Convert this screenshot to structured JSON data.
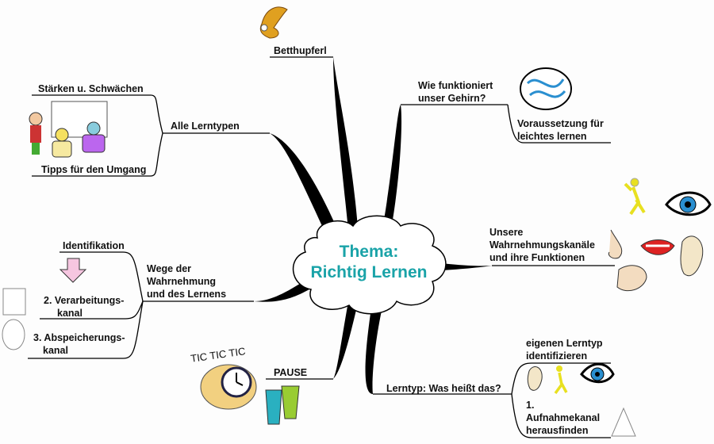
{
  "center": {
    "line1": "Thema:",
    "line2": "Richtig Lernen"
  },
  "branches": {
    "betthupferl": "Betthupferl",
    "lerntypen": {
      "label": "Alle Lerntypen",
      "sub1": "Stärken u. Schwächen",
      "sub2": "Tipps für den Umgang"
    },
    "gehirn": {
      "line1": "Wie funktioniert",
      "line2": "unser Gehirn?",
      "sub_line1": "Voraussetzung für",
      "sub_line2": "leichtes lernen"
    },
    "kanaele": {
      "line1": "Unsere",
      "line2": "Wahrnehmungskanäle",
      "line3": "und ihre Funktionen"
    },
    "wege": {
      "line1": "Wege der",
      "line2": "Wahrnehmung",
      "line3": "und des Lernens",
      "identifikation": "Identifikation",
      "verarbeitung1": "2. Verarbeitungs-",
      "verarbeitung2": "kanal",
      "abspeicherung1": "3. Abspeicherungs-",
      "abspeicherung2": "kanal"
    },
    "pause": {
      "label": "PAUSE",
      "clock_text": "TIC TIC TIC"
    },
    "lerntyp": {
      "label": "Lerntyp: Was heißt das?",
      "sub1_line1": "eigenen Lerntyp",
      "sub1_line2": "identifizieren",
      "sub2_line1": "1.",
      "sub2_line2": "Aufnahmekanal",
      "sub2_line3": "herausfinden"
    }
  },
  "colors": {
    "center_text": "#1aa3a8",
    "arrow": "#f6c6e0",
    "eye": "#2a8fd0",
    "figure": "#e8e020"
  }
}
